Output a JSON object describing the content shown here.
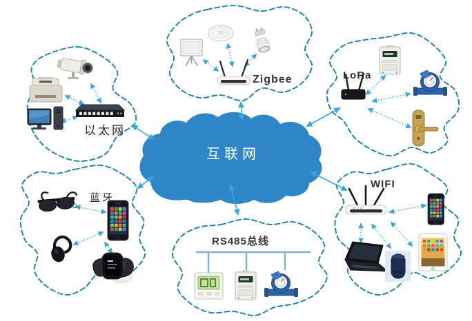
{
  "cloud": {
    "label": "互联网",
    "color": "#2e86c6",
    "text_color": "#ffffff"
  },
  "colors": {
    "background": "#ffffff",
    "cluster_outline": "#1e87ac",
    "arrow": "#36a7e0",
    "bus_line": "#7fb0da",
    "label_text": "#2b2b2b"
  },
  "clusters": [
    {
      "id": "ethernet",
      "label": "以太网",
      "devices": [
        "printer",
        "cctv-camera",
        "desktop-computer",
        "ethernet-switch"
      ]
    },
    {
      "id": "zigbee",
      "label": "Zigbee",
      "devices": [
        "presentation-display",
        "smoke-detector",
        "led-spotlight-bulb",
        "zigbee-router"
      ]
    },
    {
      "id": "lora",
      "label": "LoRa",
      "devices": [
        "electric-meter",
        "water-meter",
        "door-lock",
        "lora-gateway"
      ]
    },
    {
      "id": "bluetooth",
      "label": "蓝牙",
      "devices": [
        "smart-glasses",
        "bluetooth-headset",
        "smartphone",
        "smartwatch"
      ]
    },
    {
      "id": "rs485",
      "label": "RS485总线",
      "devices": [
        "thermostat",
        "electric-meter",
        "water-meter"
      ]
    },
    {
      "id": "wifi",
      "label": "WIFI",
      "devices": [
        "wifi-router",
        "smartphone",
        "tablet",
        "laptop",
        "smart-speaker"
      ]
    }
  ],
  "connections": [
    {
      "from": "以太网",
      "to": "互联网"
    },
    {
      "from": "Zigbee",
      "to": "互联网"
    },
    {
      "from": "LoRa",
      "to": "互联网"
    },
    {
      "from": "蓝牙",
      "to": "互联网"
    },
    {
      "from": "RS485总线",
      "to": "互联网"
    },
    {
      "from": "WIFI",
      "to": "互联网"
    }
  ]
}
